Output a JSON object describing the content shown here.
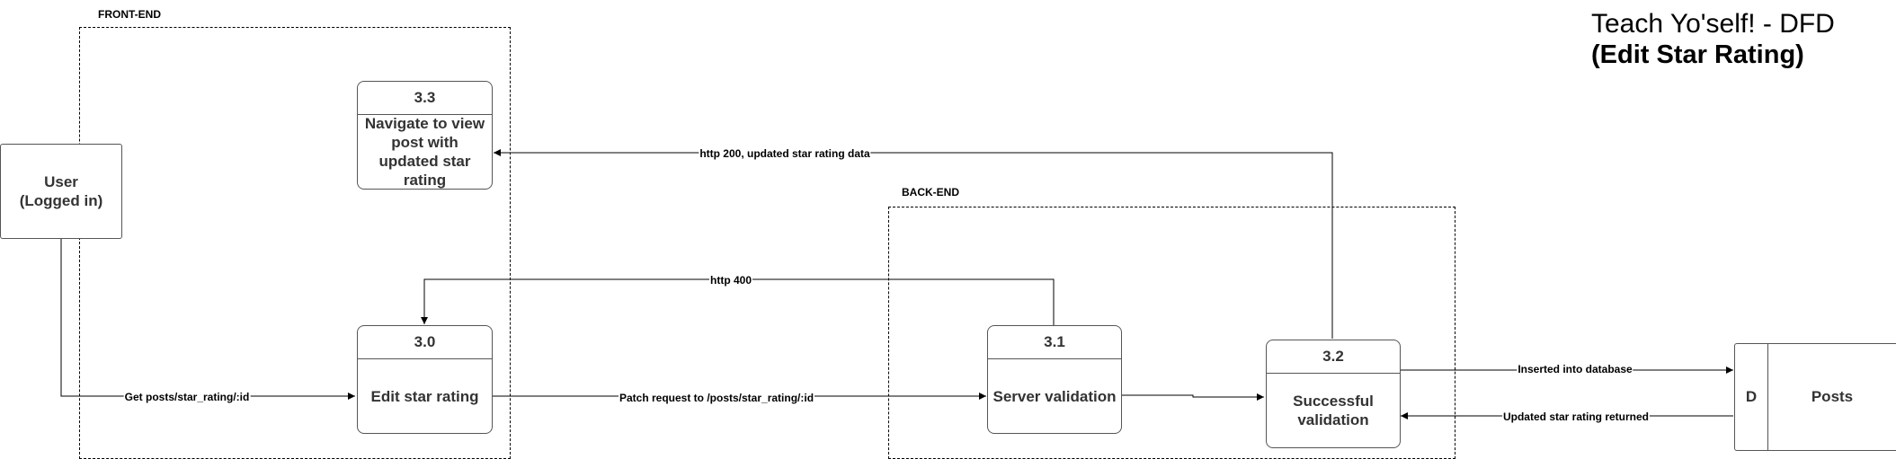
{
  "title": {
    "line1": "Teach Yo'self! - DFD",
    "line2": "(Edit Star Rating)"
  },
  "boundaries": {
    "frontend": "FRONT-END",
    "backend": "BACK-END"
  },
  "entity": {
    "line1": "User",
    "line2": "(Logged in)"
  },
  "processes": [
    {
      "id": "3.3",
      "name": "Navigate to view post with updated star rating"
    },
    {
      "id": "3.0",
      "name": "Edit star rating"
    },
    {
      "id": "3.1",
      "name": "Server validation"
    },
    {
      "id": "3.2",
      "name": "Successful validation"
    }
  ],
  "datastore": {
    "id": "D",
    "name": "Posts"
  },
  "flows": {
    "get_posts": "Get posts/star_rating/:id",
    "patch_request": "Patch request to /posts/star_rating/:id",
    "http400": "http 400",
    "http200": "http 200, updated star rating data",
    "inserted": "Inserted into database",
    "returned": "Updated star rating returned"
  }
}
